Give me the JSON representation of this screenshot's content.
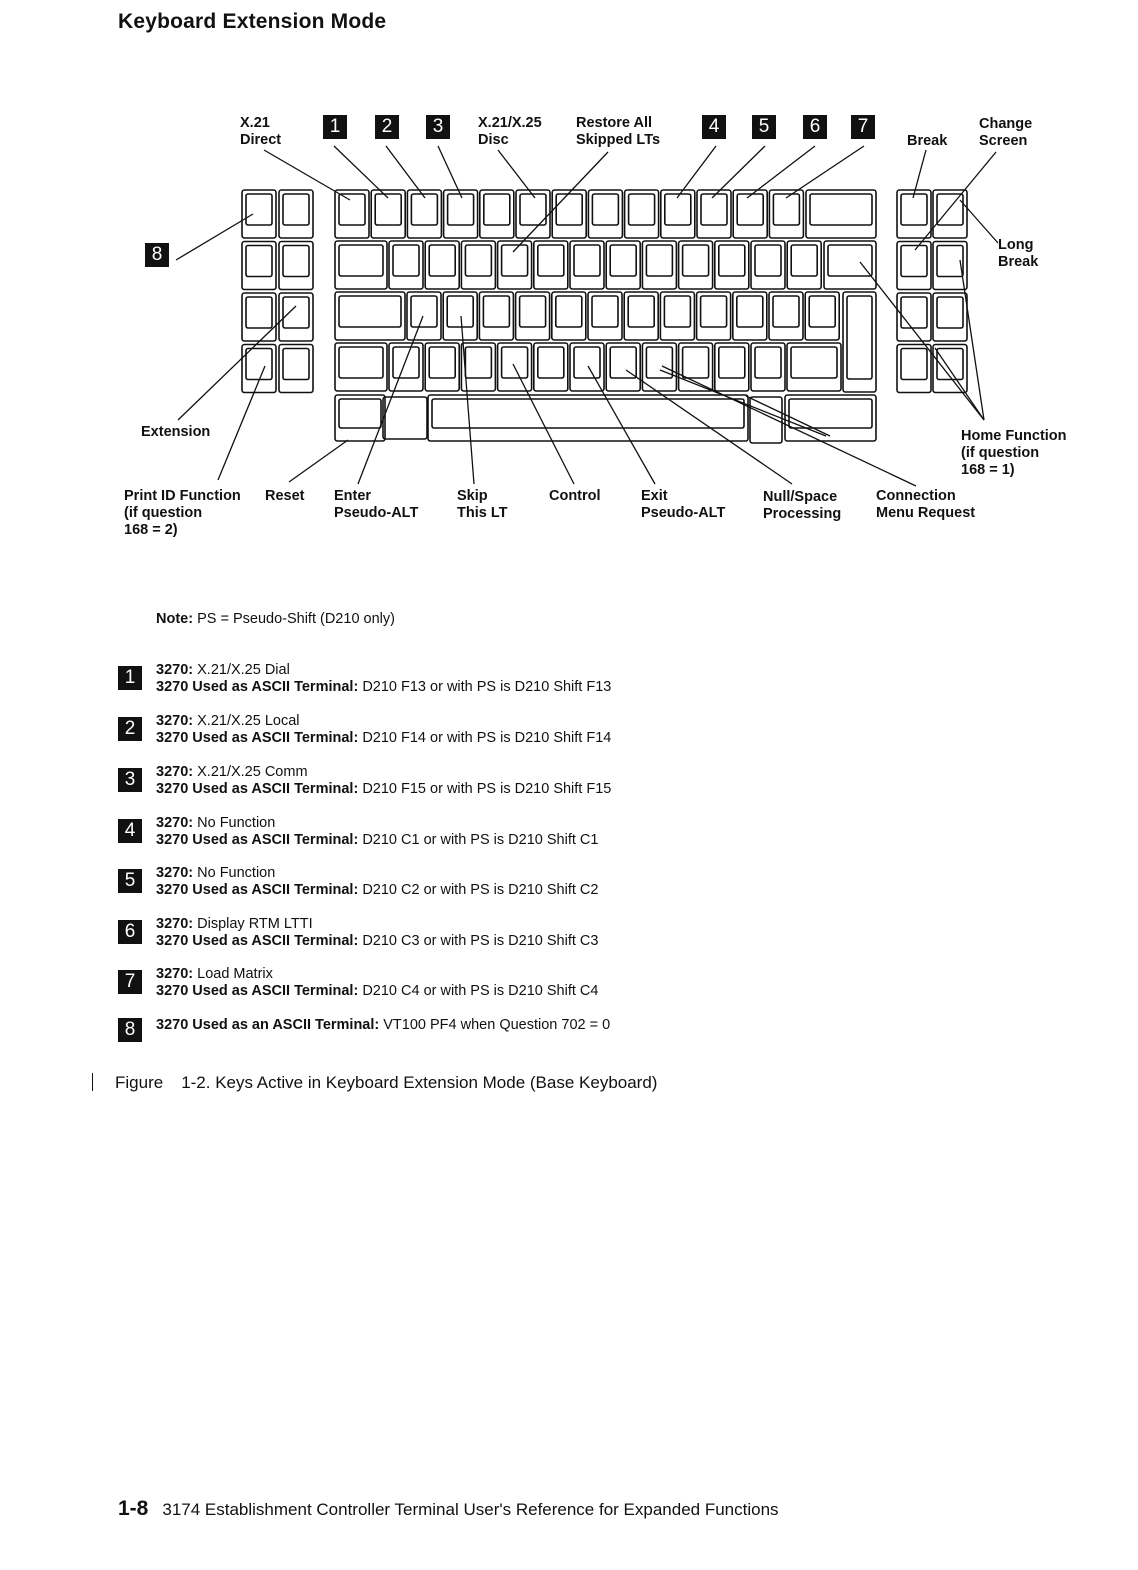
{
  "page": {
    "title": "Keyboard Extension Mode",
    "note_label": "Note:",
    "note_text": "PS = Pseudo-Shift (D210 only)",
    "figure": {
      "label": "Figure",
      "number": "1-2.",
      "text": "Keys Active in Keyboard Extension Mode (Base Keyboard)"
    },
    "footer": {
      "page_number": "1-8",
      "text": "3174 Establishment Controller Terminal User's Reference for Expanded Functions"
    }
  },
  "callouts": {
    "x21_direct": "X.21\nDirect",
    "x21x25_disc": "X.21/X.25\nDisc",
    "restore_all": "Restore All\nSkipped LTs",
    "break": "Break",
    "change_screen": "Change\nScreen",
    "long_break": "Long\nBreak",
    "extension": "Extension",
    "home_function": "Home Function\n(if question\n168 = 1)",
    "print_id": "Print ID Function\n(if question\n168 = 2)",
    "reset": "Reset",
    "enter_pseudo_alt": "Enter\nPseudo-ALT",
    "skip_this_lt": "Skip\nThis LT",
    "control": "Control",
    "exit_pseudo_alt": "Exit\nPseudo-ALT",
    "null_space": "Null/Space\nProcessing",
    "connection_menu": "Connection\nMenu Request"
  },
  "numbers": [
    "1",
    "2",
    "3",
    "4",
    "5",
    "6",
    "7",
    "8"
  ],
  "legend": [
    {
      "num": "1",
      "l1_label": "3270:",
      "l1_text": "X.21/X.25 Dial",
      "l2_label": "3270 Used as ASCII Terminal:",
      "l2_text": "D210 F13 or with PS is D210 Shift F13"
    },
    {
      "num": "2",
      "l1_label": "3270:",
      "l1_text": "X.21/X.25 Local",
      "l2_label": "3270 Used as ASCII Terminal:",
      "l2_text": "D210 F14 or with PS is D210 Shift F14"
    },
    {
      "num": "3",
      "l1_label": "3270:",
      "l1_text": "X.21/X.25 Comm",
      "l2_label": "3270 Used as ASCII Terminal:",
      "l2_text": "D210 F15 or with PS is D210 Shift F15"
    },
    {
      "num": "4",
      "l1_label": "3270:",
      "l1_text": "No Function",
      "l2_label": "3270 Used as ASCII Terminal:",
      "l2_text": "D210 C1 or with PS is D210 Shift C1"
    },
    {
      "num": "5",
      "l1_label": "3270:",
      "l1_text": "No Function",
      "l2_label": "3270 Used as ASCII Terminal:",
      "l2_text": "D210 C2 or with PS is D210 Shift C2"
    },
    {
      "num": "6",
      "l1_label": "3270:",
      "l1_text": "Display RTM LTTI",
      "l2_label": "3270 Used as ASCII Terminal:",
      "l2_text": "D210 C3 or with PS is D210 Shift C3"
    },
    {
      "num": "7",
      "l1_label": "3270:",
      "l1_text": "Load Matrix",
      "l2_label": "3270 Used as ASCII Terminal:",
      "l2_text": "D210 C4 or with PS is D210 Shift C4"
    },
    {
      "num": "8",
      "l1_label": "3270 Used as an ASCII Terminal:",
      "l1_text": "VT100 PF4 when Question 702 = 0",
      "l2_label": "",
      "l2_text": ""
    }
  ]
}
